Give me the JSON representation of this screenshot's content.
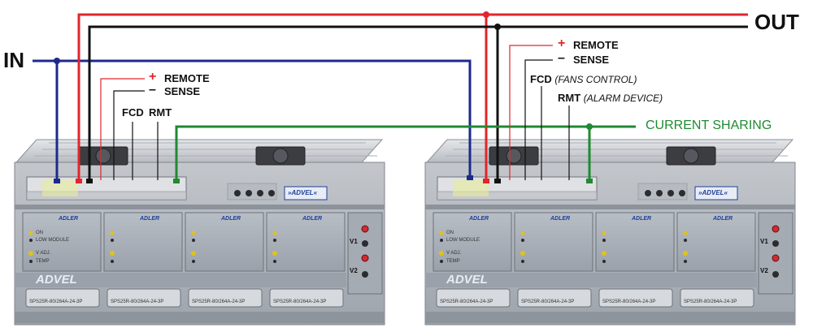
{
  "labels": {
    "in": "IN",
    "out": "OUT",
    "current_sharing": "CURRENT SHARING"
  },
  "left_unit": {
    "plus": "+",
    "remote": "REMOTE",
    "minus": "–",
    "sense": "SENSE",
    "fcd": "FCD",
    "rmt": "RMT"
  },
  "right_unit": {
    "plus": "+",
    "remote": "REMOTE",
    "minus": "–",
    "sense": "SENSE",
    "fcd": "FCD",
    "fcd_note": "(FANS CONTROL)",
    "rmt": "RMT",
    "rmt_note": "(ALARM DEVICE)"
  },
  "panel": {
    "brand": "ADVEL",
    "badge": "»ADVEL«",
    "module_logo": "ADLER",
    "v1": "V1",
    "v2": "V2",
    "module_labels": [
      "ON",
      "LOW MODULE",
      "V ADJ.",
      "TEMP"
    ],
    "module_model": "SPS25R-80/264A-24-3P"
  },
  "colors": {
    "red": "#e0262b",
    "black": "#111111",
    "blue": "#1b2a8c",
    "green": "#1f8a32",
    "chassis": "#c9ccd1",
    "panel": "#aeb4bd"
  }
}
